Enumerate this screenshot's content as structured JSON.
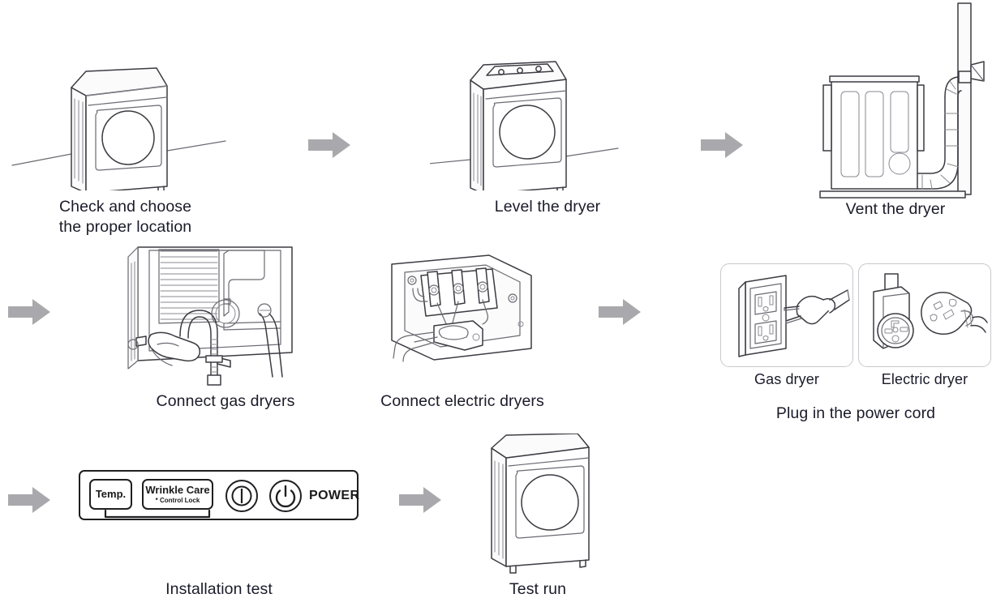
{
  "document": {
    "title": "Dryer installation step overview",
    "background_color": "#ffffff",
    "text_color": "#1b1b2a",
    "arrow_color": "#a9a9ad",
    "line_color": "#3b3b42"
  },
  "steps": [
    {
      "id": "step-1",
      "order": 1,
      "caption": "Check and choose\nthe proper location",
      "illustration": "dryer-front-with-floor-line"
    },
    {
      "id": "step-2",
      "order": 2,
      "caption": "Level the dryer",
      "illustration": "dryer-front-with-control-panel-and-floor-line"
    },
    {
      "id": "step-3",
      "order": 3,
      "caption": "Vent the dryer",
      "illustration": "dryer-side-with-vent-duct-to-wall"
    },
    {
      "id": "step-4",
      "order": 4,
      "caption": "Connect gas dryers",
      "illustration": "hand-connecting-gas-line-at-dryer-rear"
    },
    {
      "id": "step-5",
      "order": 5,
      "caption": "Connect electric dryers",
      "illustration": "terminal-block-wiring-with-strain-relief"
    },
    {
      "id": "step-6",
      "order": 6,
      "caption": "Plug in the power cord",
      "illustration": "power-outlets-pair",
      "sub_items": [
        {
          "id": "gas-dryer-outlet",
          "label": "Gas dryer",
          "illustration": "three-prong-wall-outlet-and-plug"
        },
        {
          "id": "electric-dryer-outlet",
          "label": "Electric dryer",
          "illustration": "four-prong-dryer-receptacle-and-plug"
        }
      ]
    },
    {
      "id": "step-7",
      "order": 7,
      "caption": "Installation test",
      "illustration": "control-panel"
    },
    {
      "id": "step-8",
      "order": 8,
      "caption": "Test run",
      "illustration": "dryer-front"
    }
  ],
  "control_panel": {
    "buttons": [
      {
        "id": "temp-button",
        "label": "Temp.",
        "sub_label": ""
      },
      {
        "id": "wrinkle-care-button",
        "label": "Wrinkle Care",
        "sub_label": "* Control Lock"
      }
    ],
    "round_buttons": [
      {
        "id": "start-pause-button",
        "icon": "start-pause-icon"
      },
      {
        "id": "power-button",
        "icon": "power-icon"
      }
    ],
    "power_text": "POWER"
  },
  "arrows": [
    {
      "id": "arrow-1",
      "direction": "right",
      "after_step": 1
    },
    {
      "id": "arrow-2",
      "direction": "right",
      "after_step": 2
    },
    {
      "id": "arrow-3",
      "direction": "right",
      "after_step": 3
    },
    {
      "id": "arrow-4",
      "direction": "right",
      "after_step": 4
    },
    {
      "id": "arrow-5",
      "direction": "right",
      "after_step": 5
    },
    {
      "id": "arrow-6",
      "direction": "right",
      "after_step": 6
    },
    {
      "id": "arrow-7",
      "direction": "right",
      "after_step": 7
    }
  ]
}
